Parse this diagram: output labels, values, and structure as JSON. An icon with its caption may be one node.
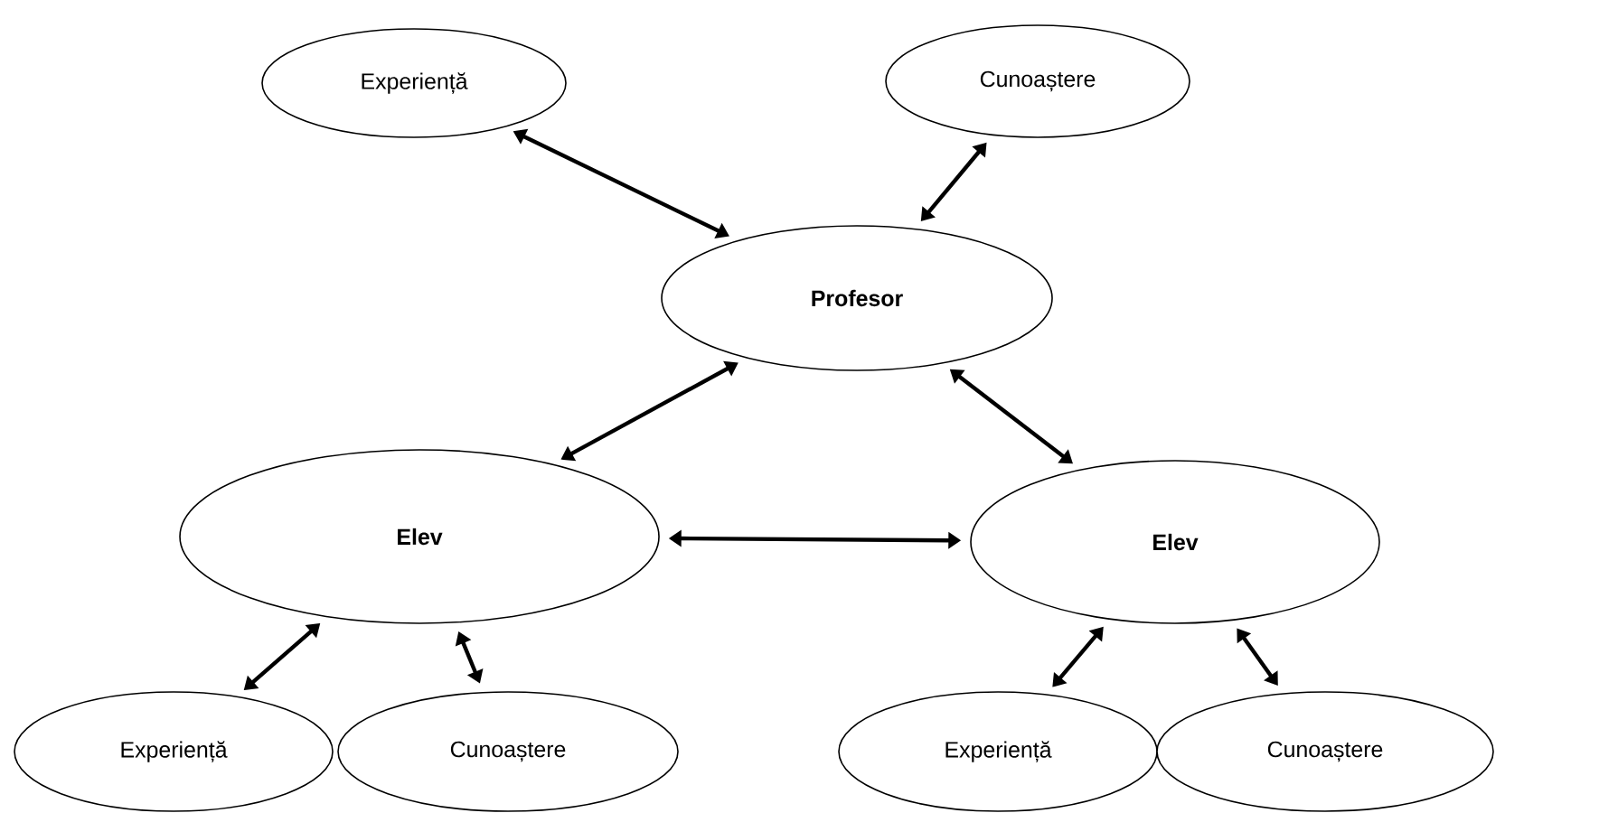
{
  "diagram": {
    "nodes": [
      {
        "text": [
          "Experiență"
        ]
      },
      {
        "text": [
          "Cunoaștere"
        ]
      },
      {
        "text": [
          "Profesor"
        ]
      },
      {
        "text": [
          "Elev"
        ]
      },
      {
        "text": [
          "Elev"
        ]
      },
      {
        "text": [
          "Experiență"
        ]
      },
      {
        "text": [
          "Cunoaștere"
        ]
      },
      {
        "text": [
          "Experiență"
        ]
      },
      {
        "text": [
          "Cunoaștere"
        ]
      }
    ],
    "edges": [
      {
        "from": 0,
        "to": 2,
        "arrow": "both"
      },
      {
        "from": 1,
        "to": 2,
        "arrow": "both"
      },
      {
        "from": 2,
        "to": 3,
        "arrow": "both"
      },
      {
        "from": 2,
        "to": 4,
        "arrow": "both"
      },
      {
        "from": 3,
        "to": 4,
        "arrow": "both"
      },
      {
        "from": 3,
        "to": 5,
        "arrow": "both"
      },
      {
        "from": 3,
        "to": 6,
        "arrow": "both"
      },
      {
        "from": 4,
        "to": 7,
        "arrow": "both"
      },
      {
        "from": 4,
        "to": 8,
        "arrow": "both"
      }
    ]
  }
}
